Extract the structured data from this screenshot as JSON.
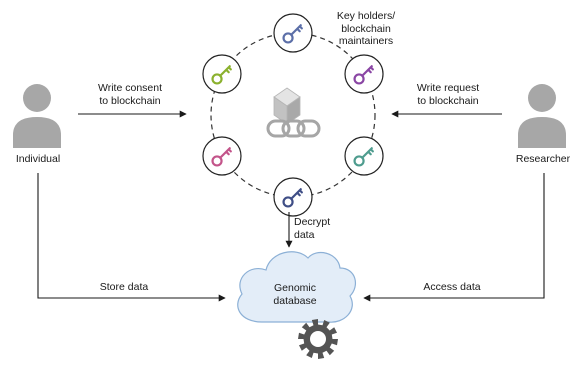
{
  "labels": {
    "key_holders": [
      "Key holders/",
      "blockchain",
      "maintainers"
    ],
    "write_consent": [
      "Write consent",
      "to blockchain"
    ],
    "write_request": [
      "Write request",
      "to blockchain"
    ],
    "individual": "Individual",
    "researcher": "Researcher",
    "decrypt": [
      "Decrypt",
      "data"
    ],
    "store_data": "Store data",
    "access_data": "Access data",
    "database": [
      "Genomic",
      "database"
    ]
  },
  "colors": {
    "person": "#a7a7a7",
    "arrow": "#1a1a1a",
    "dashed_ring": "#333333",
    "node_outline": "#222222",
    "key_icons": [
      "#5c6fa8",
      "#8a46a4",
      "#4e9c8e",
      "#3f4e86",
      "#c3548a",
      "#8bb12e"
    ],
    "cloud_fill": "#e3edf8",
    "cloud_stroke": "#8cb0d6",
    "gear": "#545454",
    "cube": "#cfcfcf",
    "chain": "#a6a6a6"
  },
  "icons": {
    "people": "person-icon",
    "keys": "key-icon",
    "block": "blockchain-block-icon",
    "cloud": "cloud-icon",
    "gear": "gear-icon"
  }
}
